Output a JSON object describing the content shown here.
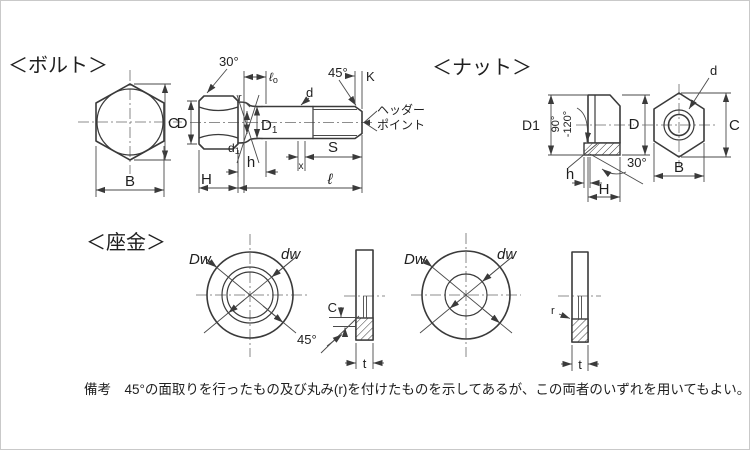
{
  "colors": {
    "line": "#3a3a3a",
    "background": "#ffffff"
  },
  "bolt": {
    "title": "＜ボルト＞",
    "front": {
      "across_corners": "C",
      "across_flats": "B"
    },
    "side": {
      "head_chamfer_angle": "30°",
      "washer_face_len_main": "ℓ",
      "washer_face_len_sub": "o",
      "fillet_radius": "r",
      "head_dia": "D",
      "shank_dia_main": "D",
      "shank_dia_sub": "1",
      "neck_dia_main": "d",
      "neck_dia_sub": "1",
      "thread_dia": "d",
      "tip_chamfer_angle": "45°",
      "tip_chamfer_len": "K",
      "header_point_line1": "ヘッダー",
      "header_point_line2": "ポイント",
      "neck_len": "h",
      "thread_len": "S",
      "thread_runout": "x",
      "head_height": "H",
      "length": "ℓ"
    }
  },
  "nut": {
    "title": "＜ナット＞",
    "side": {
      "bearing_dia": "D1",
      "countersink_angle_top": "90°",
      "countersink_angle_bottom": "-120°",
      "outer_dia": "D",
      "chamfer_angle": "30°",
      "washer_face_height": "h",
      "height": "H"
    },
    "front": {
      "hole_dia": "d",
      "across_corners": "C",
      "across_flats": "B"
    }
  },
  "washer": {
    "title": "＜座金＞",
    "chamfered": {
      "outer_dia": "Dw",
      "hole_dia": "dw",
      "chamfer_height": "C",
      "chamfer_angle": "45°",
      "thickness": "t"
    },
    "rounded": {
      "outer_dia": "Dw",
      "hole_dia": "dw",
      "edge_radius": "r",
      "thickness": "t"
    }
  },
  "note": "備考　45°の面取りを行ったもの及び丸み(r)を付けたものを示してあるが、この両者のいずれを用いてもよい。"
}
